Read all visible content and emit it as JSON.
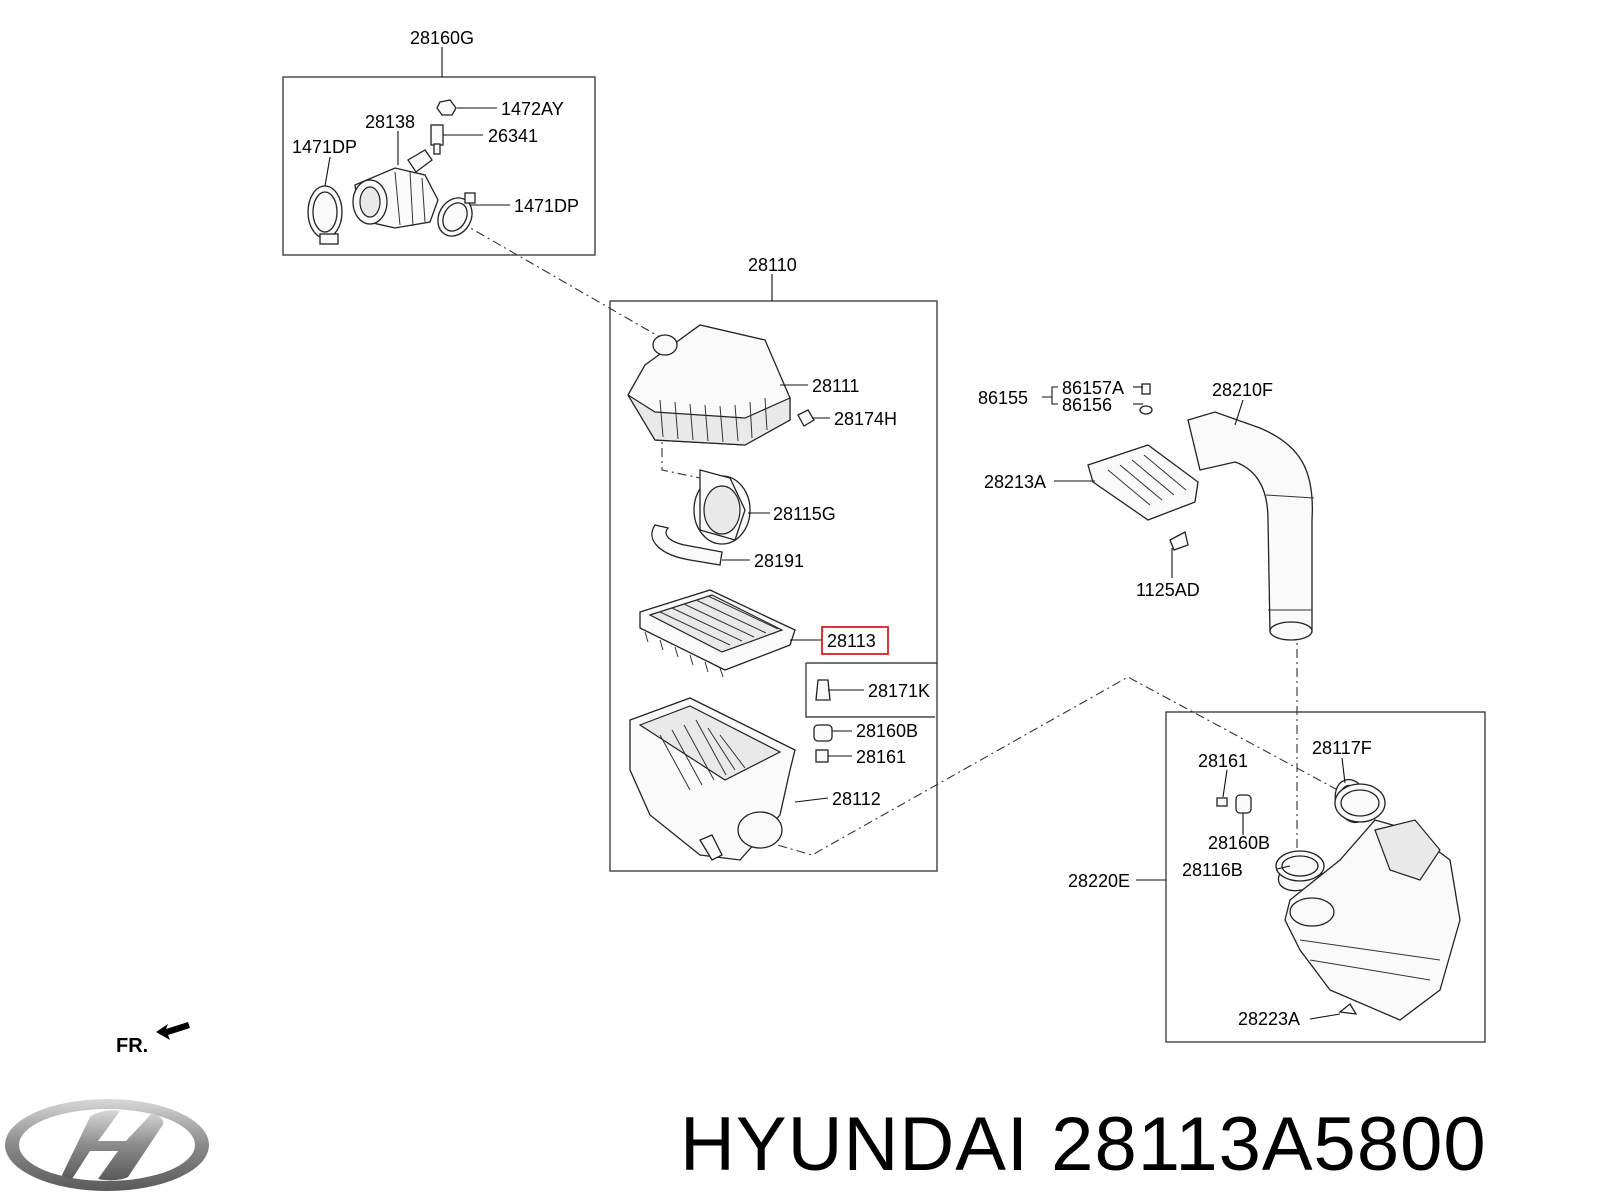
{
  "labels": {
    "p28160G": "28160G",
    "p1472AY": "1472AY",
    "p28138": "28138",
    "p26341": "26341",
    "p1471DP_a": "1471DP",
    "p1471DP_b": "1471DP",
    "p28110": "28110",
    "p28111": "28111",
    "p28174H": "28174H",
    "p28115G": "28115G",
    "p28191": "28191",
    "p28113": "28113",
    "p28171K": "28171K",
    "p28160B_a": "28160B",
    "p28161_a": "28161",
    "p28112": "28112",
    "p86155": "86155",
    "p86157A": "86157A",
    "p86156": "86156",
    "p28210F": "28210F",
    "p28213A": "28213A",
    "p1125AD": "1125AD",
    "p28161_b": "28161",
    "p28117F": "28117F",
    "p28160B_b": "28160B",
    "p28116B": "28116B",
    "p28220E": "28220E",
    "p28223A": "28223A"
  },
  "front_marker": "FR.",
  "brand": "HYUNDAI",
  "part_number": "28113A5800",
  "highlight_color": "#d62020",
  "icons": {
    "logo": "hyundai-logo-icon",
    "front": "front-arrow-icon"
  }
}
